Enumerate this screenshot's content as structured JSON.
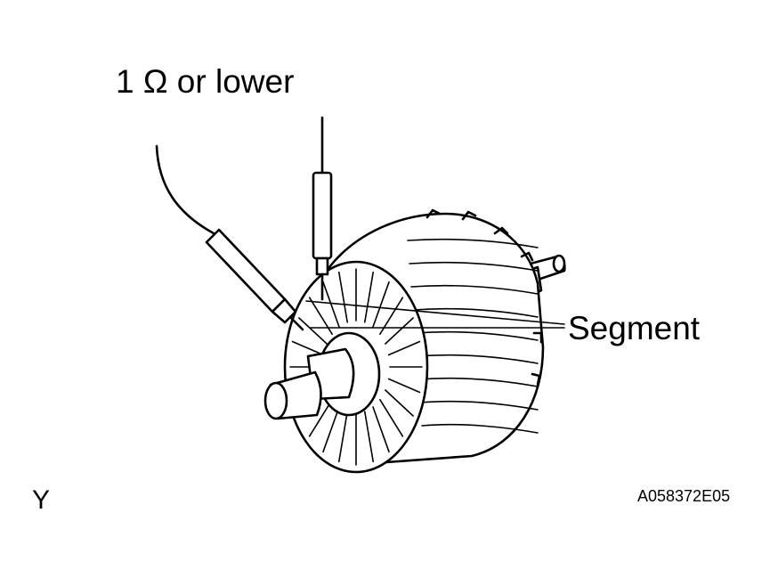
{
  "labels": {
    "resistance": "1 Ω or lower",
    "segment": "Segment",
    "corner_mark": "Y",
    "figure_code": "A058372E05"
  },
  "colors": {
    "ink": "#000000",
    "background": "#ffffff"
  },
  "icons": {
    "armature": "armature-icon",
    "probe": "tester-probe-icon"
  }
}
